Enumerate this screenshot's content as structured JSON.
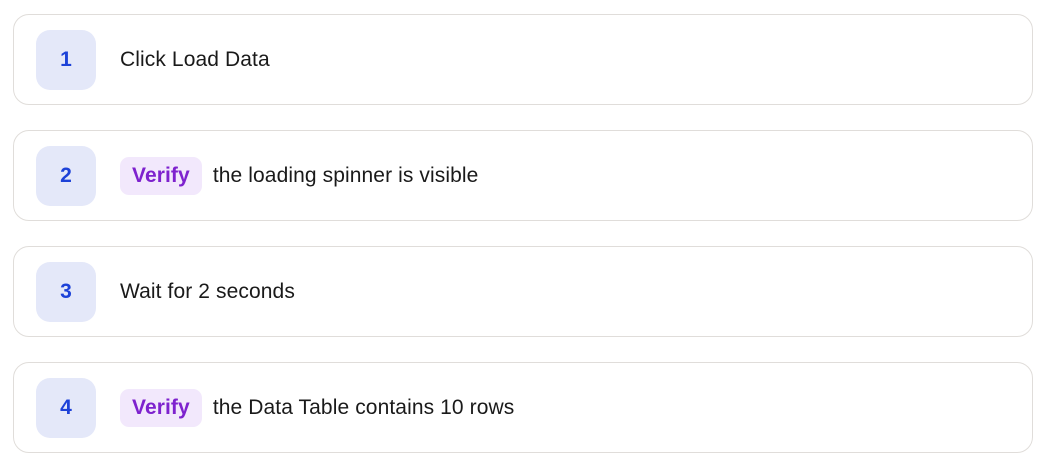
{
  "steps": [
    {
      "number": "1",
      "verify_label": "",
      "text": "Click Load Data"
    },
    {
      "number": "2",
      "verify_label": "Verify",
      "text": "the loading spinner is visible"
    },
    {
      "number": "3",
      "verify_label": "",
      "text": "Wait for 2 seconds"
    },
    {
      "number": "4",
      "verify_label": "Verify",
      "text": "the Data Table contains 10 rows"
    }
  ],
  "colors": {
    "step_number_bg": "#e4e8f9",
    "step_number_text": "#1d42d8",
    "verify_badge_bg": "#f2e8fc",
    "verify_badge_text": "#7e22ce",
    "card_border": "#e0ddda",
    "body_text": "#1a1a1a",
    "page_bg": "#ffffff"
  }
}
